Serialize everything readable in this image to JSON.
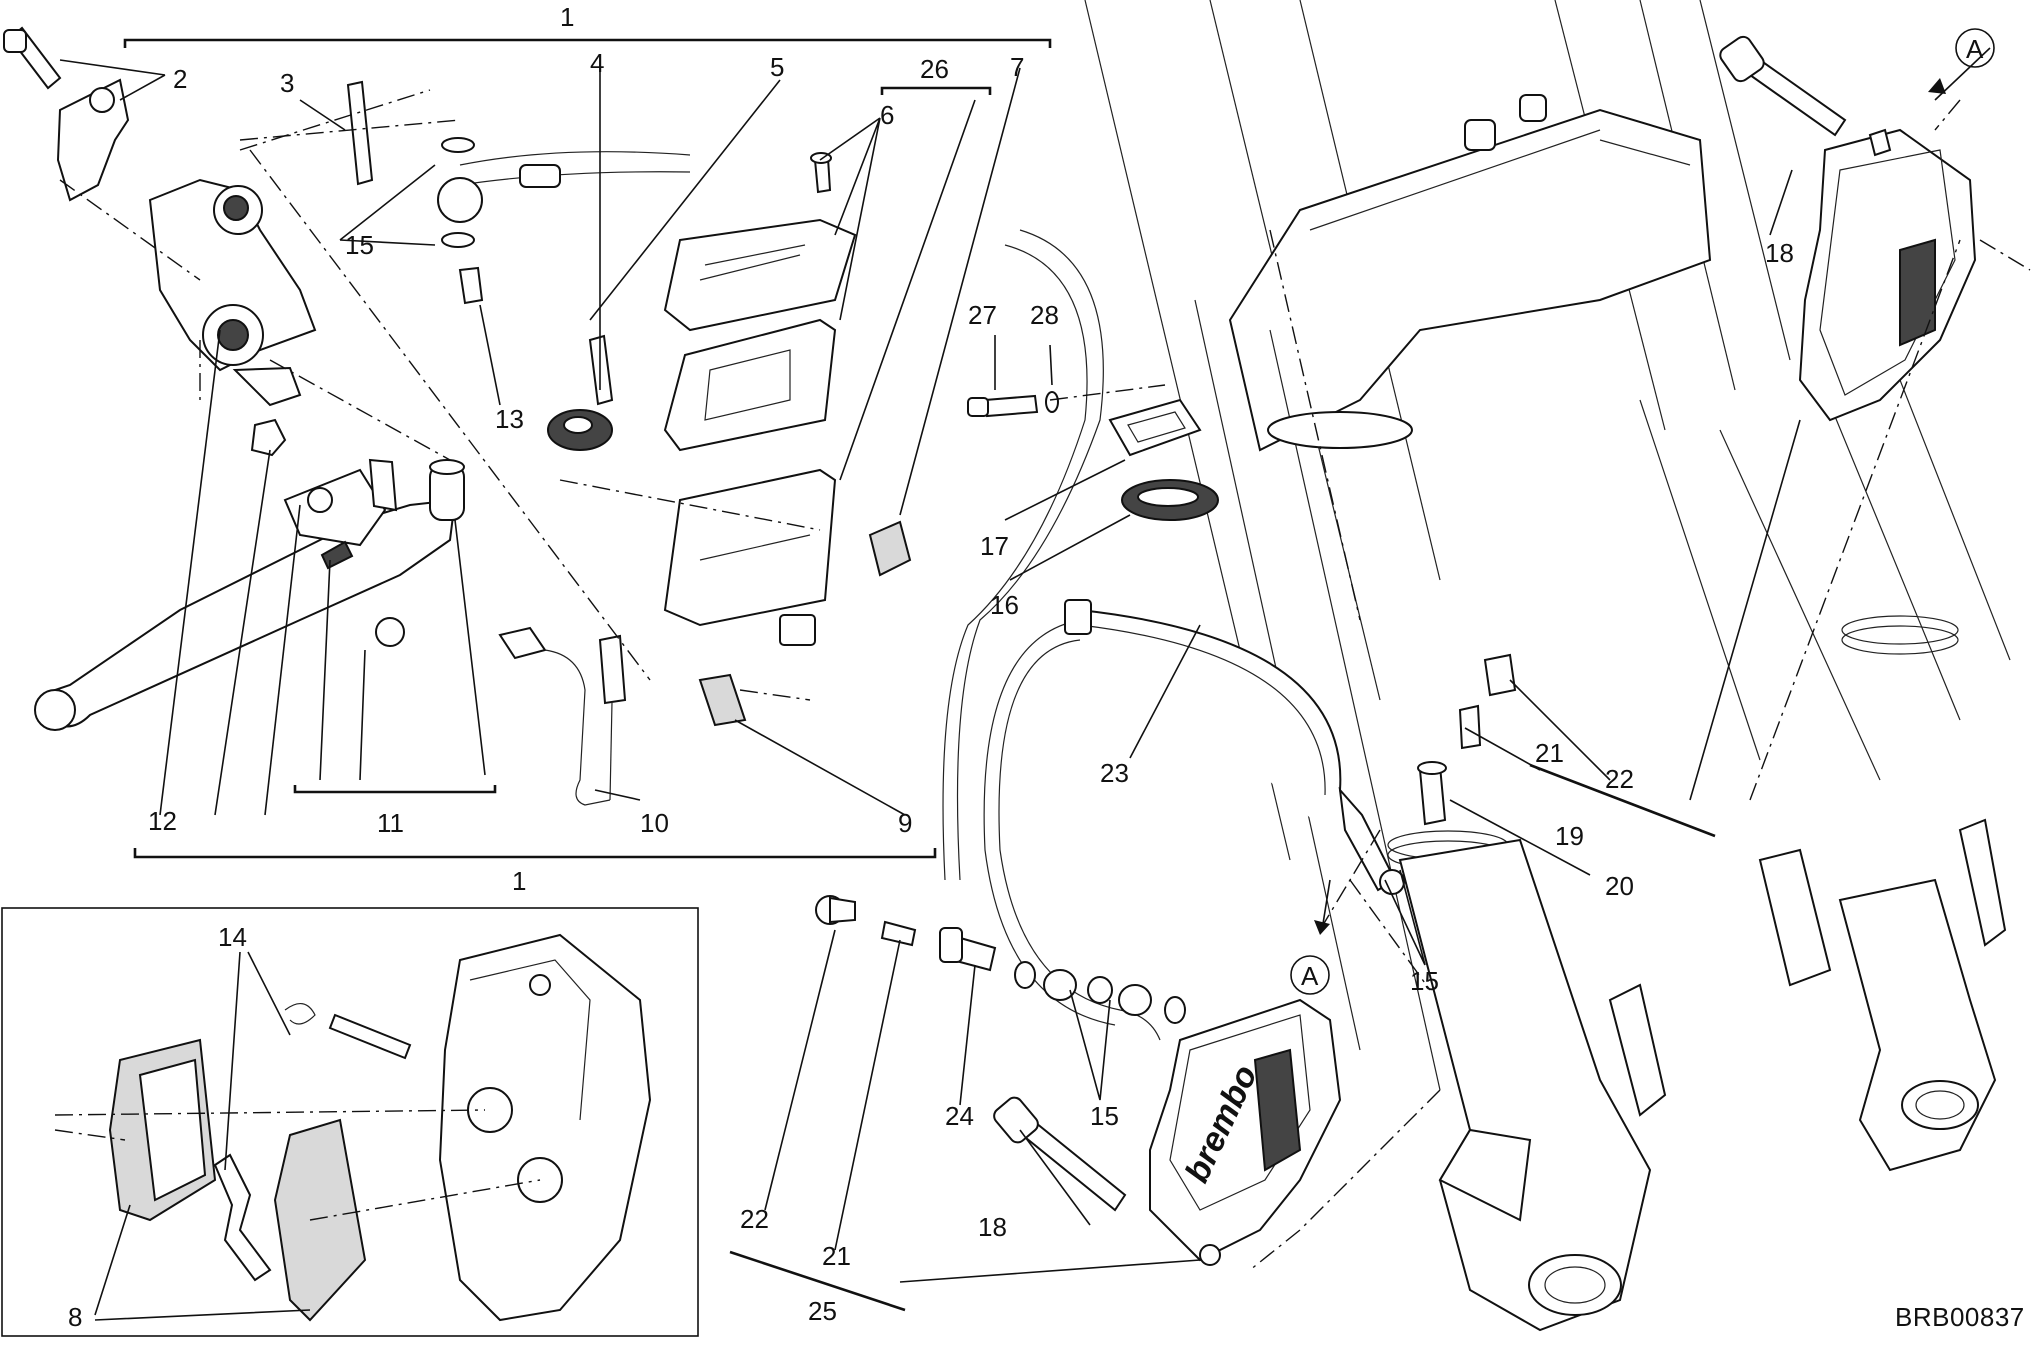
{
  "diagram": {
    "code": "BRB00837",
    "section_label_A": "A",
    "callouts": {
      "c1_top": "1",
      "c1_bottom": "1",
      "c2": "2",
      "c3": "3",
      "c4": "4",
      "c5": "5",
      "c6": "6",
      "c7": "7",
      "c26": "26",
      "c8": "8",
      "c9": "9",
      "c10": "10",
      "c11": "11",
      "c12": "12",
      "c13": "13",
      "c14": "14",
      "c15_a": "15",
      "c15_b": "15",
      "c15_c": "15",
      "c16": "16",
      "c17": "17",
      "c18_a": "18",
      "c18_b": "18",
      "c19": "19",
      "c20": "20",
      "c21_a": "21",
      "c21_b": "21",
      "c22_a": "22",
      "c22_b": "22",
      "c23": "23",
      "c24": "24",
      "c25": "25",
      "c27": "27",
      "c28": "28"
    }
  }
}
